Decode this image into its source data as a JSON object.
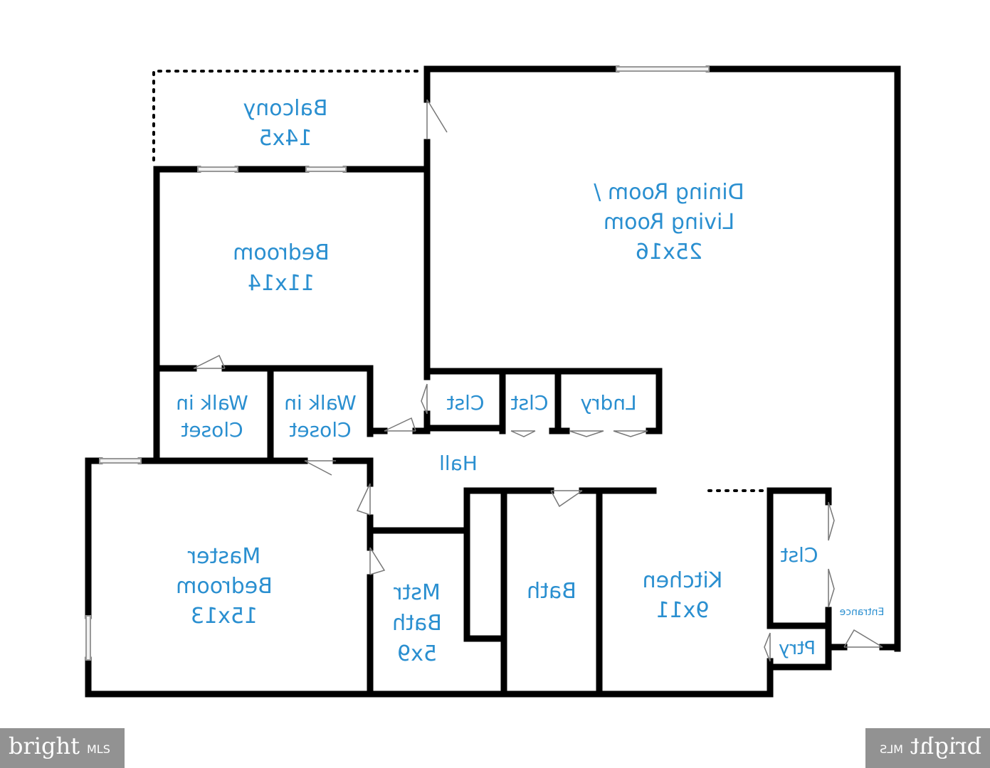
{
  "rooms": {
    "balcony": {
      "name": "Balcony",
      "size": "14x5"
    },
    "dining_living": {
      "line1": "Dining Room /",
      "line2": "Living Room",
      "size": "25x16"
    },
    "bedroom": {
      "name": "Bedroom",
      "size": "11x14"
    },
    "walk_in_closet_left": {
      "line1": "Walk in",
      "line2": "Closet"
    },
    "walk_in_closet_right": {
      "line1": "Walk in",
      "line2": "Closet"
    },
    "clst_1": {
      "name": "Clst"
    },
    "clst_2": {
      "name": "Clst"
    },
    "laundry": {
      "name": "Lndry"
    },
    "hall": {
      "name": "Hall"
    },
    "master_bedroom": {
      "line1": "Master",
      "line2": "Bedroom",
      "size": "15x13"
    },
    "master_bath": {
      "line1": "Mstr",
      "line2": "Bath",
      "size": "5x9"
    },
    "bath": {
      "name": "Bath"
    },
    "kitchen": {
      "name": "Kitchen",
      "size": "9x11"
    },
    "clst_3": {
      "name": "Clst"
    },
    "pantry": {
      "name": "Ptry"
    },
    "entrance": {
      "name": "Entrance"
    }
  },
  "watermark": {
    "brand": "bright",
    "suffix": "MLS"
  },
  "colors": {
    "label": "#2a8fd0",
    "wall": "#000000",
    "background": "#ffffff"
  }
}
